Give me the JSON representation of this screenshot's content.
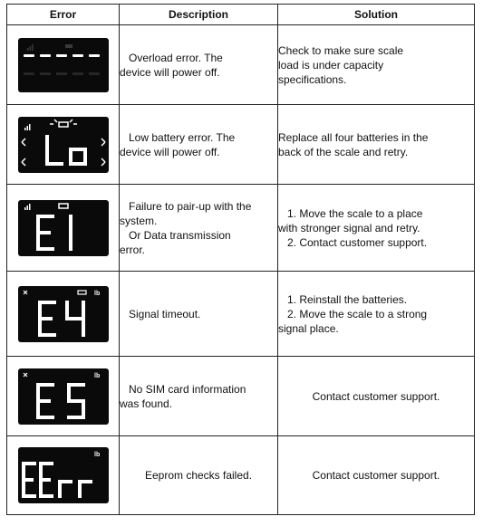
{
  "headers": {
    "error": "Error",
    "description": "Description",
    "solution": "Solution"
  },
  "rows": [
    {
      "display": "-----",
      "description": [
        "   Overload error. The",
        "device will power off."
      ],
      "solution": [
        "Check to make sure scale",
        "load is under capacity",
        "specifications."
      ]
    },
    {
      "display": "Lo",
      "description": [
        "   Low battery error. The",
        "device will power off."
      ],
      "solution": [
        "Replace all four batteries in the",
        "back of the scale and retry."
      ]
    },
    {
      "display": "E1",
      "description": [
        "   Failure to pair-up with the",
        "system.",
        "   Or Data transmission",
        "error."
      ],
      "solution": [
        "   1. Move the scale to a place",
        "with stronger signal and retry.",
        "   2. Contact customer support."
      ]
    },
    {
      "display": "E4",
      "description": [
        "   Signal timeout."
      ],
      "solution": [
        "   1. Reinstall the batteries.",
        "   2. Move the scale to a strong",
        "signal place."
      ]
    },
    {
      "display": "E5",
      "description": [
        "   No SIM card information",
        "was found."
      ],
      "solution": [
        "Contact customer support."
      ]
    },
    {
      "display": "EErr",
      "description": [
        "Eeprom checks failed."
      ],
      "solution": [
        "Contact customer support."
      ]
    }
  ],
  "lcd_indicators": {
    "unit": "lb"
  },
  "colors": {
    "lcd_bg": "#0a0a0a",
    "lcd_segment": "#ffffff",
    "lcd_dim": "#3a3a3a",
    "border": "#222222"
  }
}
